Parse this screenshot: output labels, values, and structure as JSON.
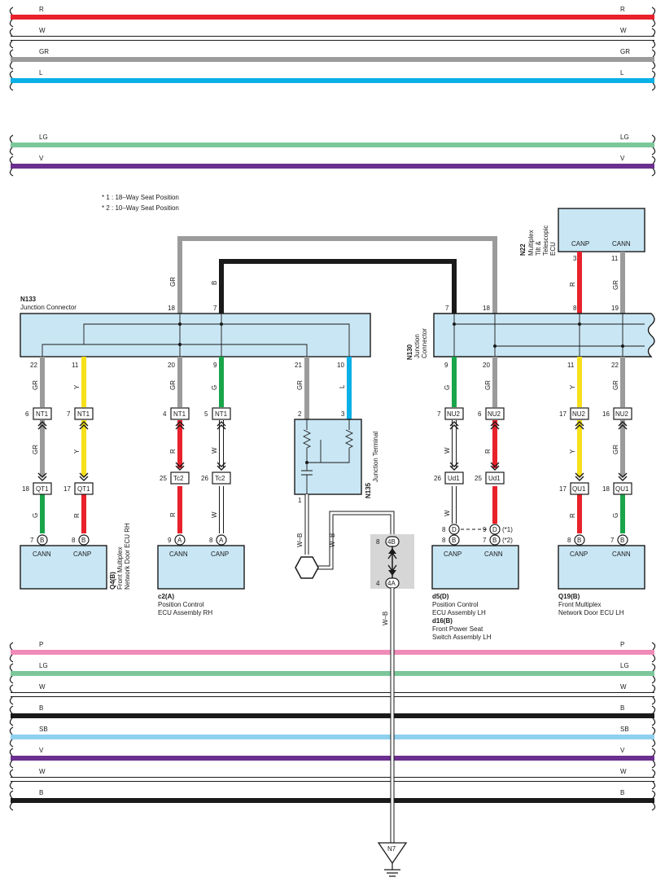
{
  "colors": {
    "R": "#e8212b",
    "W": "#ffffff",
    "GR": "#9b9b9b",
    "L": "#0ab0e6",
    "LG": "#7cc79a",
    "V": "#6b2f8f",
    "P": "#f08bb8",
    "B": "#1a1a1a",
    "SB": "#8fd0ee",
    "Y": "#f6e01a",
    "G": "#19a54a",
    "box": "#c9e6f4",
    "shade": "#d6d6d6"
  },
  "top_buses": [
    {
      "code": "R",
      "color_key": "R"
    },
    {
      "code": "W",
      "color_key": "W"
    },
    {
      "code": "GR",
      "color_key": "GR"
    },
    {
      "code": "L",
      "color_key": "L"
    },
    {
      "code": "LG",
      "color_key": "LG"
    },
    {
      "code": "V",
      "color_key": "V"
    }
  ],
  "bottom_buses": [
    {
      "code": "P",
      "color_key": "P"
    },
    {
      "code": "LG",
      "color_key": "LG"
    },
    {
      "code": "W",
      "color_key": "W"
    },
    {
      "code": "B",
      "color_key": "B"
    },
    {
      "code": "SB",
      "color_key": "SB"
    },
    {
      "code": "V",
      "color_key": "V"
    },
    {
      "code": "W",
      "color_key": "W"
    },
    {
      "code": "B",
      "color_key": "B"
    }
  ],
  "notes": [
    "* 1 : 18–Way Seat Position",
    "* 2 : 10–Way Seat Position"
  ],
  "n133": {
    "code": "N133",
    "name": "Junction Connector",
    "top_pins": [
      "18",
      "7"
    ],
    "bottom_pins": [
      "22",
      "11",
      "20",
      "9",
      "21",
      "10"
    ]
  },
  "n130": {
    "code": "N130",
    "name1": "Junction",
    "name2": "Connector",
    "top_pins": [
      "7",
      "18",
      "8",
      "19"
    ],
    "bottom_pins": [
      "9",
      "20",
      "11",
      "22"
    ]
  },
  "n22": {
    "code": "N22",
    "name1": "Multiplex",
    "name2": "Tilt &",
    "name3": "Telescopic",
    "name4": "ECU",
    "pin_labels": [
      "CANP",
      "CANN"
    ],
    "pins": [
      "3",
      "11"
    ]
  },
  "n135": {
    "code": "N135",
    "name": "Junction Terminal",
    "pins": [
      "2",
      "3",
      "1"
    ]
  },
  "wire_codes": {
    "gr": "GR",
    "b": "B",
    "r": "R",
    "y": "Y",
    "g": "G",
    "w": "W",
    "l": "L",
    "wb": "W–B"
  },
  "connectors": {
    "nt1": "NT1",
    "qt1": "QT1",
    "tc2": "Tc2",
    "nu2": "NU2",
    "ud1": "Ud1",
    "qu1": "QU1"
  },
  "conn_pins": {
    "a": [
      "6",
      "7",
      "4",
      "5"
    ],
    "b": [
      "18",
      "17",
      "25",
      "26"
    ],
    "c": [
      "7",
      "6",
      "17",
      "16"
    ],
    "d": [
      "26",
      "25",
      "17",
      "18"
    ]
  },
  "end_pins": {
    "q4": [
      "7",
      "8"
    ],
    "c2": [
      "9",
      "8"
    ],
    "d5": [
      "8",
      "9"
    ],
    "d16": [
      "8",
      "7"
    ],
    "q19": [
      "8",
      "7"
    ],
    "letters": {
      "b": "B",
      "a": "A",
      "d": "D"
    },
    "opt1": "(*1)",
    "opt2": "(*2)"
  },
  "devices": {
    "q4": {
      "code": "Q4(B)",
      "name1": "Front Multiplex",
      "name2": "Network Door ECU RH",
      "pins": [
        "CANN",
        "CANP"
      ]
    },
    "c2": {
      "code": "c2(A)",
      "name1": "Position Control",
      "name2": "ECU Assembly RH",
      "pins": [
        "CANN",
        "CANP"
      ]
    },
    "d5": {
      "code": "d5(D)",
      "name1": "Position Control",
      "name2": "ECU Assembly LH",
      "pins": [
        "CANP",
        "CANN"
      ]
    },
    "d16": {
      "code": "d16(B)",
      "name1": "Front Power Seat",
      "name2": "Switch Assembly LH"
    },
    "q19": {
      "code": "Q19(B)",
      "name1": "Front Multiplex",
      "name2": "Network Door ECU LH",
      "pins": [
        "CANP",
        "CANN"
      ]
    }
  },
  "ground_conn": {
    "top": "4B",
    "bottom": "4A",
    "pin_top": "8",
    "pin_bottom": "4"
  },
  "ground": {
    "code": "N7"
  }
}
